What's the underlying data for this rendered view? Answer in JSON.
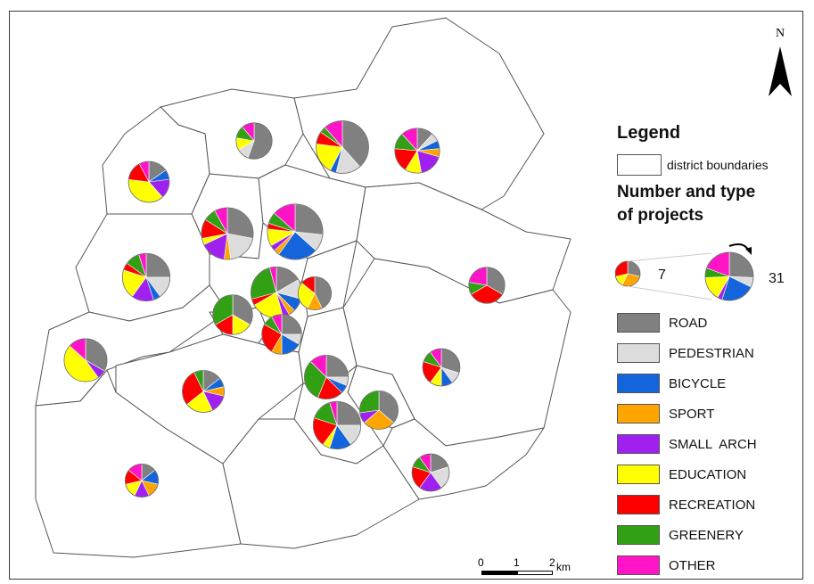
{
  "legend": {
    "title": "Legend",
    "district_label": "district boundaries",
    "size_title_line1": "Number and type",
    "size_title_line2": "of projects",
    "size_min": "7",
    "size_max": "31",
    "categories": [
      {
        "key": "road",
        "label": "ROAD",
        "color": "#808080"
      },
      {
        "key": "pedestrian",
        "label": "PEDESTRIAN",
        "color": "#dcdcdc"
      },
      {
        "key": "bicycle",
        "label": "BICYCLE",
        "color": "#1464dc"
      },
      {
        "key": "sport",
        "label": "SPORT",
        "color": "#ffa500"
      },
      {
        "key": "small_arch",
        "label": "SMALL  ARCH",
        "color": "#a020f0"
      },
      {
        "key": "education",
        "label": "EDUCATION",
        "color": "#ffff00"
      },
      {
        "key": "recreation",
        "label": "RECREATION",
        "color": "#ff0000"
      },
      {
        "key": "greenery",
        "label": "GREENERY",
        "color": "#32a014"
      },
      {
        "key": "other",
        "label": "OTHER",
        "color": "#ff14c8"
      }
    ]
  },
  "north_arrow": {
    "label": "N",
    "icon": "north-arrow-icon"
  },
  "scale_bar": {
    "ticks": [
      "0",
      "1",
      "2"
    ],
    "unit": "km"
  },
  "chart_data": {
    "type": "pie",
    "series_order": [
      "road",
      "pedestrian",
      "bicycle",
      "sport",
      "small_arch",
      "education",
      "recreation",
      "greenery",
      "other"
    ],
    "pies": [
      {
        "id": "n1",
        "values": [
          5,
          1,
          0,
          0,
          0,
          1,
          0,
          1,
          1
        ]
      },
      {
        "id": "n2",
        "values": [
          10,
          4,
          1,
          0,
          0,
          5,
          2,
          1,
          3
        ]
      },
      {
        "id": "n3",
        "values": [
          2,
          1,
          1,
          1,
          3,
          2,
          3,
          2,
          2
        ]
      },
      {
        "id": "w1",
        "values": [
          2,
          0,
          1,
          0,
          2,
          5,
          2,
          0,
          1
        ]
      },
      {
        "id": "c1",
        "values": [
          7,
          5,
          0,
          1,
          4,
          1,
          3,
          2,
          2
        ]
      },
      {
        "id": "c2",
        "values": [
          8,
          3,
          7,
          1,
          1,
          3,
          1,
          2,
          4
        ]
      },
      {
        "id": "w2",
        "values": [
          5,
          3,
          1,
          0,
          3,
          4,
          1,
          2,
          1
        ]
      },
      {
        "id": "c3",
        "values": [
          4,
          3,
          2,
          1,
          1,
          5,
          1,
          6,
          1
        ]
      },
      {
        "id": "c4",
        "values": [
          3,
          0,
          0,
          1,
          0,
          2,
          1,
          0,
          0
        ]
      },
      {
        "id": "c5",
        "values": [
          4,
          0,
          0,
          0,
          0,
          2,
          2,
          4,
          0
        ]
      },
      {
        "id": "c6",
        "values": [
          3,
          1,
          2,
          1,
          0,
          0,
          3,
          1,
          1
        ]
      },
      {
        "id": "e1",
        "values": [
          3,
          0,
          0,
          0,
          0,
          0,
          3,
          1,
          2
        ]
      },
      {
        "id": "w3",
        "values": [
          5,
          0,
          0,
          0,
          1,
          7,
          0,
          0,
          2
        ]
      },
      {
        "id": "s1",
        "values": [
          2,
          0,
          1,
          1,
          2,
          3,
          4,
          1,
          0
        ]
      },
      {
        "id": "c7",
        "values": [
          4,
          1,
          1,
          0,
          0,
          0,
          3,
          5,
          2
        ]
      },
      {
        "id": "e2",
        "values": [
          3,
          1,
          1,
          0,
          0,
          1,
          2,
          1,
          1
        ]
      },
      {
        "id": "c8",
        "values": [
          4,
          0,
          0,
          3,
          1,
          0,
          0,
          3,
          0
        ]
      },
      {
        "id": "c9",
        "values": [
          5,
          3,
          3,
          0,
          0,
          1,
          4,
          3,
          1
        ]
      },
      {
        "id": "s2",
        "values": [
          1,
          0,
          1,
          1,
          1,
          1,
          1,
          0,
          1
        ]
      },
      {
        "id": "se",
        "values": [
          2,
          2,
          0,
          0,
          2,
          0,
          2,
          1,
          1
        ]
      }
    ],
    "size_example_min": [
      2,
      0,
      0,
      2,
      0,
      1,
      2,
      0,
      0
    ],
    "size_example_max": [
      8,
      2,
      7,
      0,
      1,
      5,
      0,
      2,
      6
    ]
  }
}
